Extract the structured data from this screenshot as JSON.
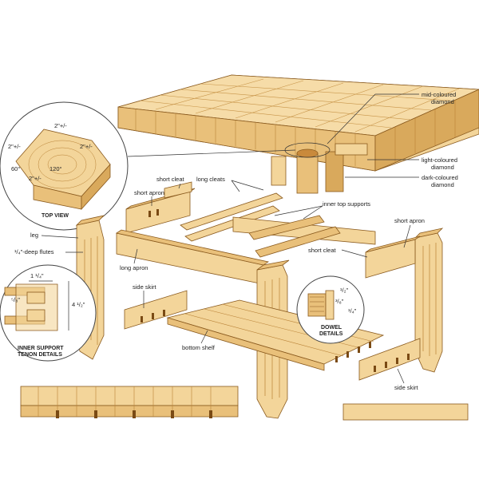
{
  "labels": {
    "mid_coloured": [
      "mid-coloured",
      "diamond"
    ],
    "light_coloured": [
      "light-coloured",
      "diamond"
    ],
    "dark_coloured": [
      "dark-coloured",
      "diamond"
    ],
    "top_view": "TOP VIEW",
    "dim_top": "2\"+/-",
    "dim_left": "2\"+/-",
    "dim_right": "2\"+/-",
    "dim_bottom": "2\"+/-",
    "angle_60": "60°",
    "angle_120": "120°",
    "short_cleat_top": "short cleat",
    "long_cleats": "long cleats",
    "short_apron_left": "short apron",
    "inner_top_supports": "inner top supports",
    "short_apron_right": "short apron",
    "leg": "leg",
    "flutes": "¹/₄\"-deep flutes",
    "long_apron": "long apron",
    "short_cleat_right": "short cleat",
    "side_skirt_left": "side skirt",
    "side_skirt_right": "side skirt",
    "bottom_shelf": "bottom shelf",
    "tenon_dim_a": "1 ¹/₄\"",
    "tenon_dim_b": "⁵/₈\"",
    "tenon_dim_c": "4 ¹/₂\"",
    "inner_support_tenon": [
      "INNER SUPPORT",
      "TENON DETAILS"
    ],
    "dowel_dim_a": "¹/₂\"",
    "dowel_dim_b": "³/₈\"",
    "dowel_dim_c": "¹/₄\"",
    "dowel_details": [
      "DOWEL",
      "DETAILS"
    ]
  },
  "colors": {
    "wood_light": "#f3d59a",
    "wood_mid": "#e9c07a",
    "wood_dark": "#d9a95c",
    "edge": "#8a5a1e"
  }
}
